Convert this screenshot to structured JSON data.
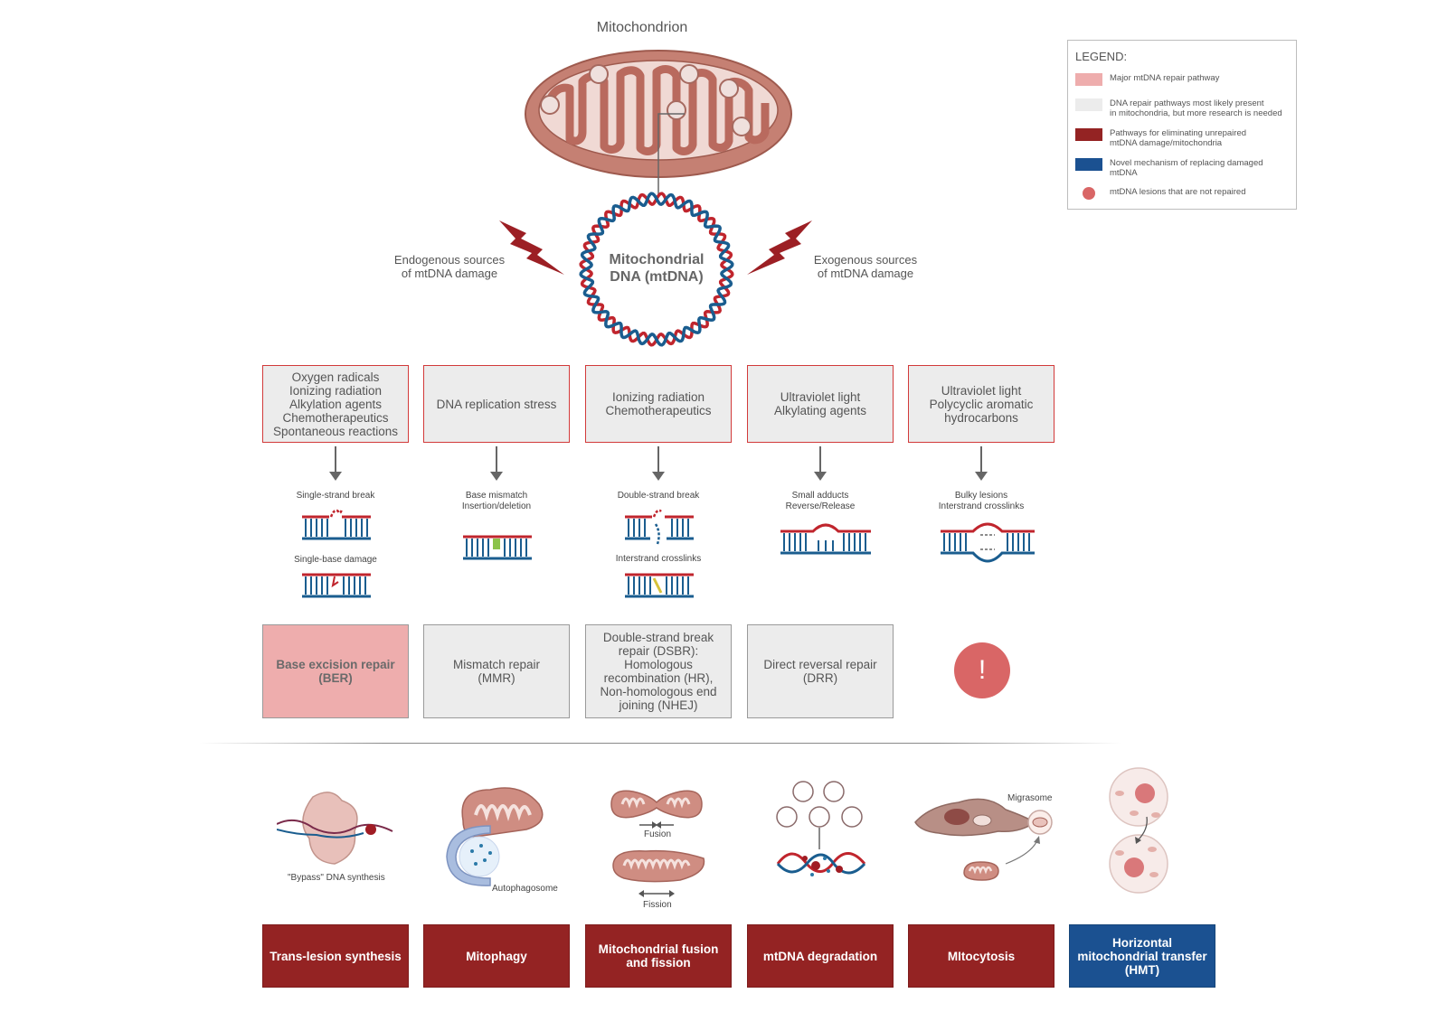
{
  "title": "Mitochondrion",
  "mtdna_label": "Mitochondrial\nDNA (mtDNA)",
  "endogenous_label": "Endogenous sources\nof mtDNA damage",
  "exogenous_label": "Exogenous sources\nof mtDNA damage",
  "sources": [
    "Oxygen radicals\nIonizing radiation\nAlkylation agents\nChemotherapeutics\nSpontaneous reactions",
    "DNA replication stress",
    "Ionizing radiation\nChemotherapeutics",
    "Ultraviolet light\nAlkylating agents",
    "Ultraviolet light\nPolycyclic aromatic\nhydrocarbons"
  ],
  "damage": {
    "ssb": "Single-strand break",
    "single_base": "Single-base damage",
    "mismatch": "Base mismatch\nInsertion/deletion",
    "dsb": "Double-strand break",
    "crosslinks": "Interstrand crosslinks",
    "small_adducts": "Small adducts\nReverse/Release",
    "bulky": "Bulky lesions\nInterstrand crosslinks"
  },
  "repairs": [
    "Base excision repair\n(BER)",
    "Mismatch repair\n(MMR)",
    "Double-strand break\nrepair (DSBR):\nHomologous\nrecombination (HR),\nNon-homologous end\njoining (NHEJ)",
    "Direct reversal repair\n(DRR)"
  ],
  "not_repaired_symbol": "!",
  "illustration_labels": {
    "bypass": "\"Bypass\" DNA synthesis",
    "autophagosome": "Autophagosome",
    "fusion": "Fusion",
    "fission": "Fission",
    "migrasome": "Migrasome"
  },
  "elimination": [
    "Trans-lesion synthesis",
    "Mitophagy",
    "Mitochondrial fusion\nand fission",
    "mtDNA degradation",
    "MItocytosis",
    "Horizontal\nmitochondrial transfer\n(HMT)"
  ],
  "legend": {
    "title": "LEGEND:",
    "items": [
      {
        "text": "Major mtDNA repair pathway",
        "color": "#eeadad"
      },
      {
        "text": "DNA repair pathways most likely present\nin mitochondria, but more research is needed",
        "color": "#ececec"
      },
      {
        "text": "Pathways for eliminating unrepaired\nmtDNA damage/mitochondria",
        "color": "#942323"
      },
      {
        "text": "Novel mechanism of replacing damaged\nmtDNA",
        "color": "#1b5191"
      },
      {
        "text": "mtDNA lesions that are not repaired",
        "color": "#d96666"
      }
    ]
  },
  "colors": {
    "red_strand": "#c0252d",
    "blue_strand": "#1a5d8f",
    "dark_red": "#942323",
    "mito_outer": "#c58073",
    "mito_inner": "#f0d9d4"
  }
}
